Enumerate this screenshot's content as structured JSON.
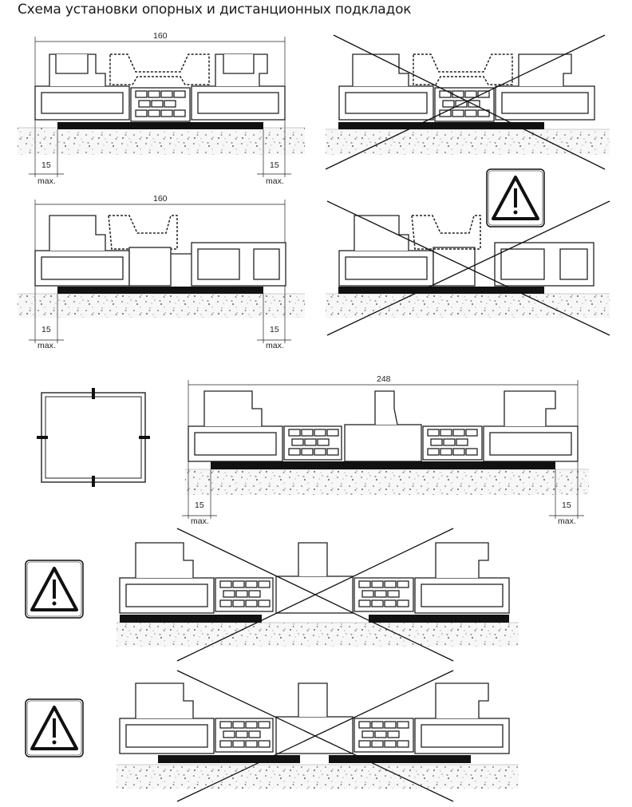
{
  "title": "Схема установки опорных и дистанционных подкладок",
  "labels": {
    "w160": "160",
    "w248": "248",
    "edge": "15",
    "max": "max."
  },
  "colors": {
    "line": "#1e1e1e",
    "fill": "#ffffff",
    "block": "#111111",
    "concrete": "#f6f6f6"
  }
}
